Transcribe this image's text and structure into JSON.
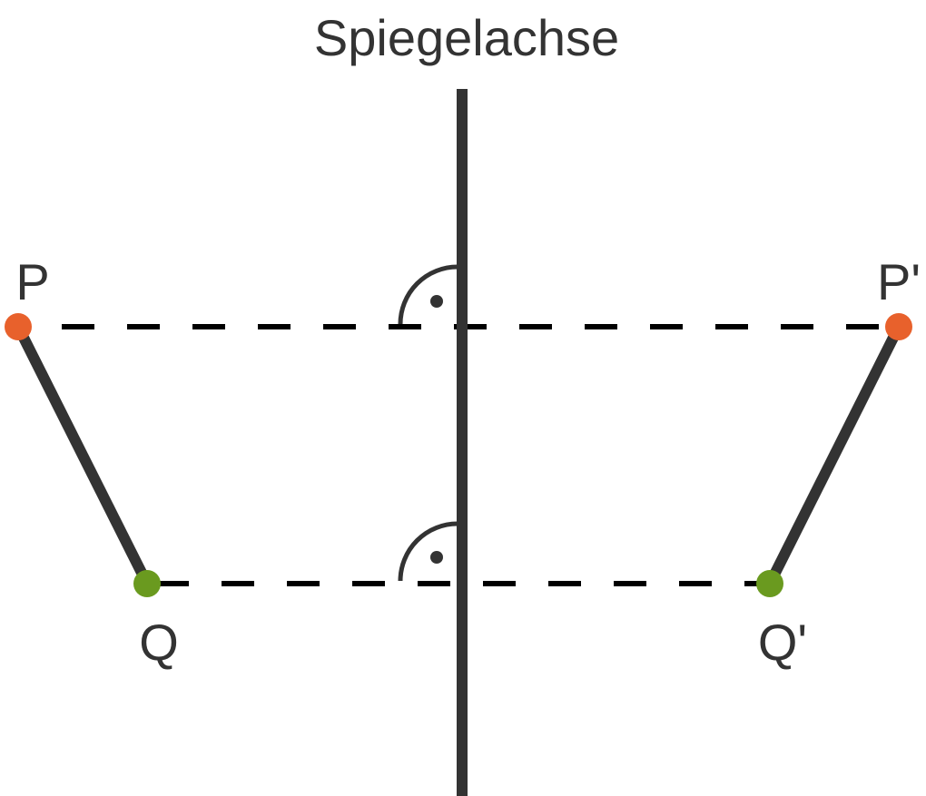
{
  "title": "Spiegelachse",
  "points": {
    "P": {
      "label": "P",
      "color": "#e8612c"
    },
    "P_prime": {
      "label": "P'",
      "color": "#e8612c"
    },
    "Q": {
      "label": "Q",
      "color": "#6a9a1f"
    },
    "Q_prime": {
      "label": "Q'",
      "color": "#6a9a1f"
    }
  },
  "colors": {
    "axis": "#333333",
    "segment": "#333333",
    "dashed": "#000000",
    "text": "#333333"
  }
}
